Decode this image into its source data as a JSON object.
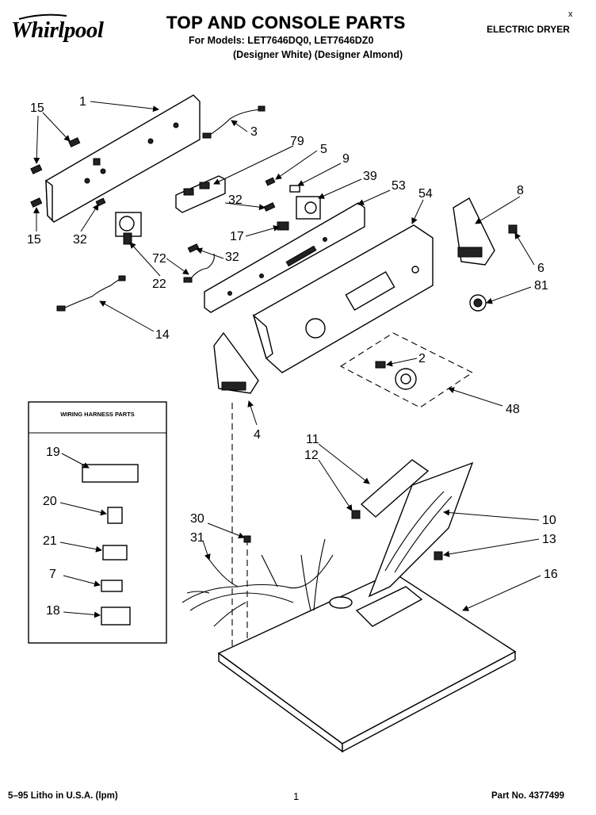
{
  "header": {
    "brand": "Whirlpool",
    "title": "TOP AND CONSOLE PARTS",
    "models_line": "For Models: LET7646DQ0, LET7646DZ0",
    "variants_line": "(Designer White) (Designer Almond)",
    "product_type": "ELECTRIC DRYER",
    "corner_mark": "x"
  },
  "inset": {
    "title": "WIRING HARNESS PARTS",
    "callouts": [
      "19",
      "20",
      "21",
      "7",
      "18"
    ]
  },
  "callouts": {
    "c1": "1",
    "c15a": "15",
    "c15b": "15",
    "c3": "3",
    "c79": "79",
    "c5": "5",
    "c9": "9",
    "c39": "39",
    "c53": "53",
    "c54": "54",
    "c8": "8",
    "c32a": "32",
    "c32b": "32",
    "c32c": "32",
    "c17": "17",
    "c72": "72",
    "c22": "22",
    "c6": "6",
    "c81": "81",
    "c14": "14",
    "c2": "2",
    "c48": "48",
    "c4": "4",
    "c11": "11",
    "c12": "12",
    "c10": "10",
    "c30": "30",
    "c31": "31",
    "c13": "13",
    "c16": "16"
  },
  "footer": {
    "litho": "5–95 Litho in U.S.A. (lpm)",
    "page_number": "1",
    "part_number": "Part No. 4377499"
  }
}
